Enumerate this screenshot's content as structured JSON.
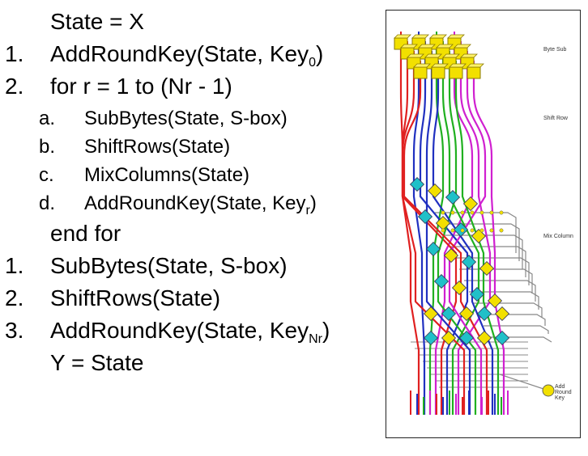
{
  "algorithm": {
    "init": "State = X",
    "step1_num": "1.",
    "step1_text": "AddRoundKey(State, Key",
    "step1_sub": "0",
    "step1_close": ")",
    "step2_num": "2.",
    "step2_text": "for r = 1 to (Nr - 1)",
    "a_num": "a.",
    "a_text": "SubBytes(State, S-box)",
    "b_num": "b.",
    "b_text": "ShiftRows(State)",
    "c_num": "c.",
    "c_text": "MixColumns(State)",
    "d_num": "d.",
    "d_text": "AddRoundKey(State, Key",
    "d_sub": "r",
    "d_close": ")",
    "endfor": "end for",
    "f1_num": "1.",
    "f1_text": "SubBytes(State, S-box)",
    "f2_num": "2.",
    "f2_text": "ShiftRows(State)",
    "f3_num": "3.",
    "f3_text": "AddRoundKey(State, Key",
    "f3_sub": "Nr",
    "f3_close": ")",
    "result": "Y = State"
  },
  "figure": {
    "label_bytesub": "Byte Sub",
    "label_shiftrow": "Shift Row",
    "label_mixcolumn": "Mix Column",
    "label_addroundkey_1": "Add",
    "label_addroundkey_2": "Round",
    "label_addroundkey_3": "Key",
    "colors": {
      "red": "#e02020",
      "blue": "#2030c0",
      "green": "#20b020",
      "magenta": "#d020d0",
      "gray": "#888888",
      "sbox": "#f2e000",
      "mix": "#20c0c8"
    }
  }
}
